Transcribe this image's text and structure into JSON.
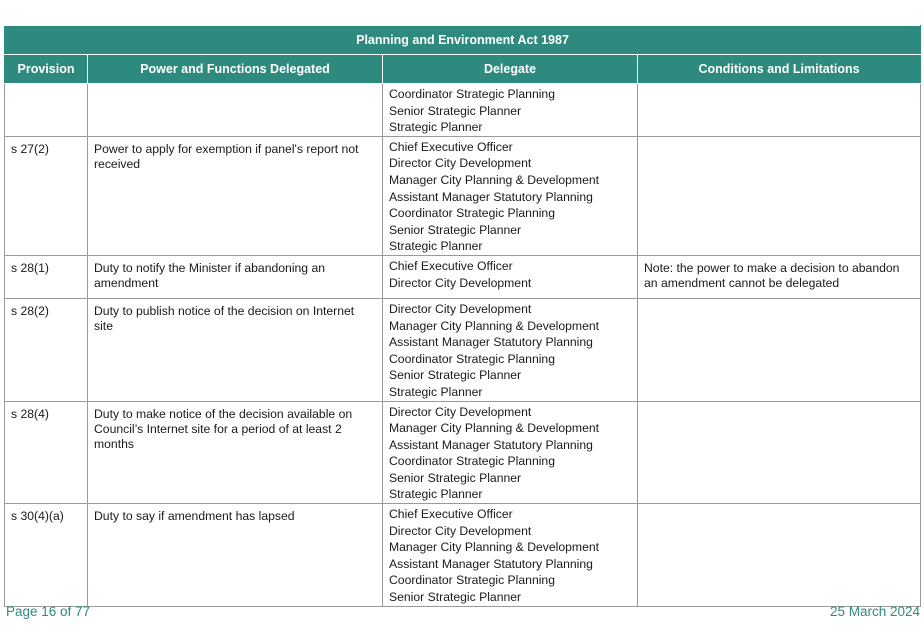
{
  "table": {
    "title": "Planning and Environment Act 1987",
    "headers": {
      "provision": "Provision",
      "power": "Power and Functions Delegated",
      "delegate": "Delegate",
      "conditions": "Conditions and Limitations"
    },
    "rows": [
      {
        "provision": "",
        "power": "",
        "delegates": [
          "Coordinator Strategic Planning",
          "Senior Strategic Planner",
          "Strategic Planner"
        ],
        "conditions": ""
      },
      {
        "provision": "s 27(2)",
        "power": "Power to apply for exemption if panel's report not received",
        "delegates": [
          "Chief Executive Officer",
          "Director City Development",
          "Manager City Planning & Development",
          "Assistant Manager Statutory Planning",
          "Coordinator Strategic Planning",
          "Senior Strategic Planner",
          "Strategic Planner"
        ],
        "conditions": ""
      },
      {
        "provision": "s 28(1)",
        "power": "Duty to notify the Minister if abandoning an amendment",
        "delegates": [
          "Chief Executive Officer",
          "Director City Development"
        ],
        "conditions": "Note: the power to make a decision to abandon an amendment cannot be delegated"
      },
      {
        "provision": "s 28(2)",
        "power": "Duty to publish notice of the decision on Internet site",
        "delegates": [
          "Director City Development",
          "Manager City Planning & Development",
          "Assistant Manager Statutory Planning",
          "Coordinator Strategic Planning",
          "Senior Strategic Planner",
          "Strategic Planner"
        ],
        "conditions": ""
      },
      {
        "provision": "s 28(4)",
        "power": "Duty to make notice of the decision available on Council’s Internet site for a period of at least 2 months",
        "delegates": [
          "Director City Development",
          "Manager City Planning & Development",
          "Assistant Manager Statutory Planning",
          "Coordinator Strategic Planning",
          "Senior Strategic Planner",
          "Strategic Planner"
        ],
        "conditions": ""
      },
      {
        "provision": "s 30(4)(a)",
        "power": "Duty to say if amendment has lapsed",
        "delegates": [
          "Chief Executive Officer",
          "Director City Development",
          "Manager City Planning & Development",
          "Assistant Manager Statutory Planning",
          "Coordinator Strategic Planning",
          "Senior Strategic Planner"
        ],
        "conditions": ""
      }
    ]
  },
  "footer": {
    "page": "Page 16 of 77",
    "date": "25 March 2024"
  },
  "colors": {
    "header_bg": "#2e8a7e",
    "footer_text": "#2e8a7e"
  }
}
